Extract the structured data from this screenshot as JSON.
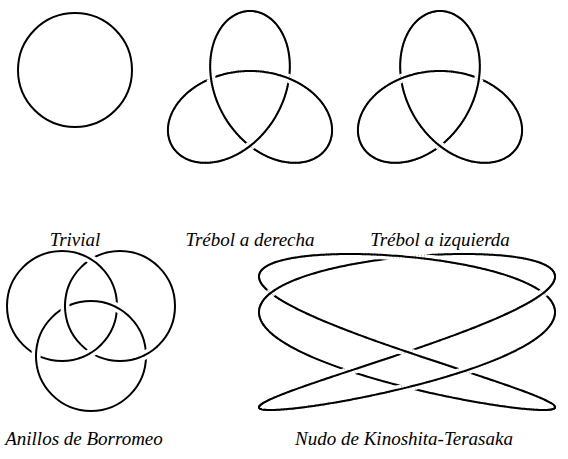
{
  "diagram": {
    "labels": [
      "Trivial",
      "Trébol a derecha",
      "Trébol a izquierda",
      "Anillos de Borromeo",
      "Nudo de Kinoshita-Terasaka"
    ]
  }
}
